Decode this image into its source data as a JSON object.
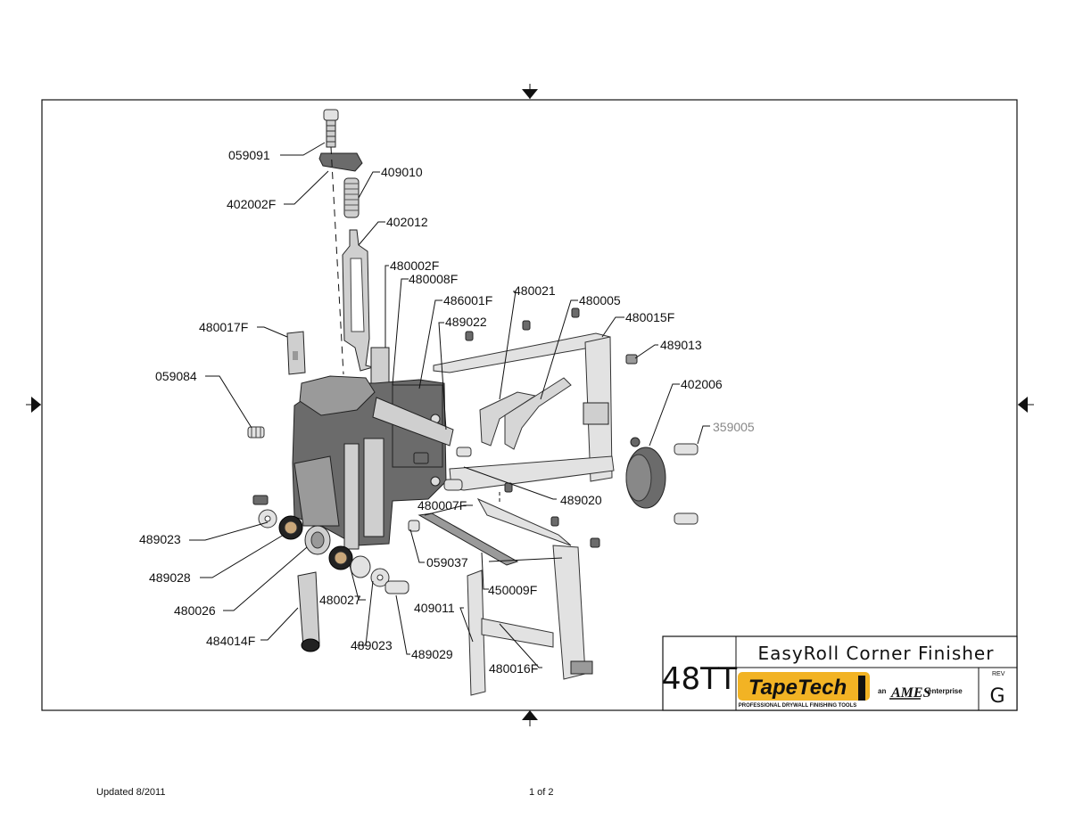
{
  "title_block": {
    "model": "48TT",
    "description": "EasyRoll Corner Finisher",
    "rev_label": "REV",
    "rev_value": "G",
    "brand_logo": "TapeTech",
    "brand_tagline": "PROFESSIONAL DRYWALL FINISHING TOOLS",
    "enterprise_prefix": "an",
    "enterprise_brand": "AMES",
    "enterprise_suffix": "enterprise",
    "brand_colors": {
      "logo_yellow": "#f2b324",
      "logo_text": "#111111"
    }
  },
  "callouts": {
    "p059091": "059091",
    "p402002F": "402002F",
    "p409010": "409010",
    "p402012": "402012",
    "p480002F": "480002F",
    "p480008F": "480008F",
    "p486001F": "486001F",
    "p480021": "480021",
    "p480005": "480005",
    "p480015F": "480015F",
    "p489022": "489022",
    "p480017F": "480017F",
    "p489013": "489013",
    "p059084": "059084",
    "p402006": "402006",
    "p359005": "359005",
    "p489020": "489020",
    "p480007F": "480007F",
    "p489023a": "489023",
    "p059037": "059037",
    "p489028": "489028",
    "p450009F": "450009F",
    "p480026": "480026",
    "p480027": "480027",
    "p409011": "409011",
    "p484014F": "484014F",
    "p489023b": "489023",
    "p489029": "489029",
    "p480016F": "480016F"
  },
  "footer": {
    "updated": "Updated 8/2011",
    "page": "1 of 2"
  }
}
